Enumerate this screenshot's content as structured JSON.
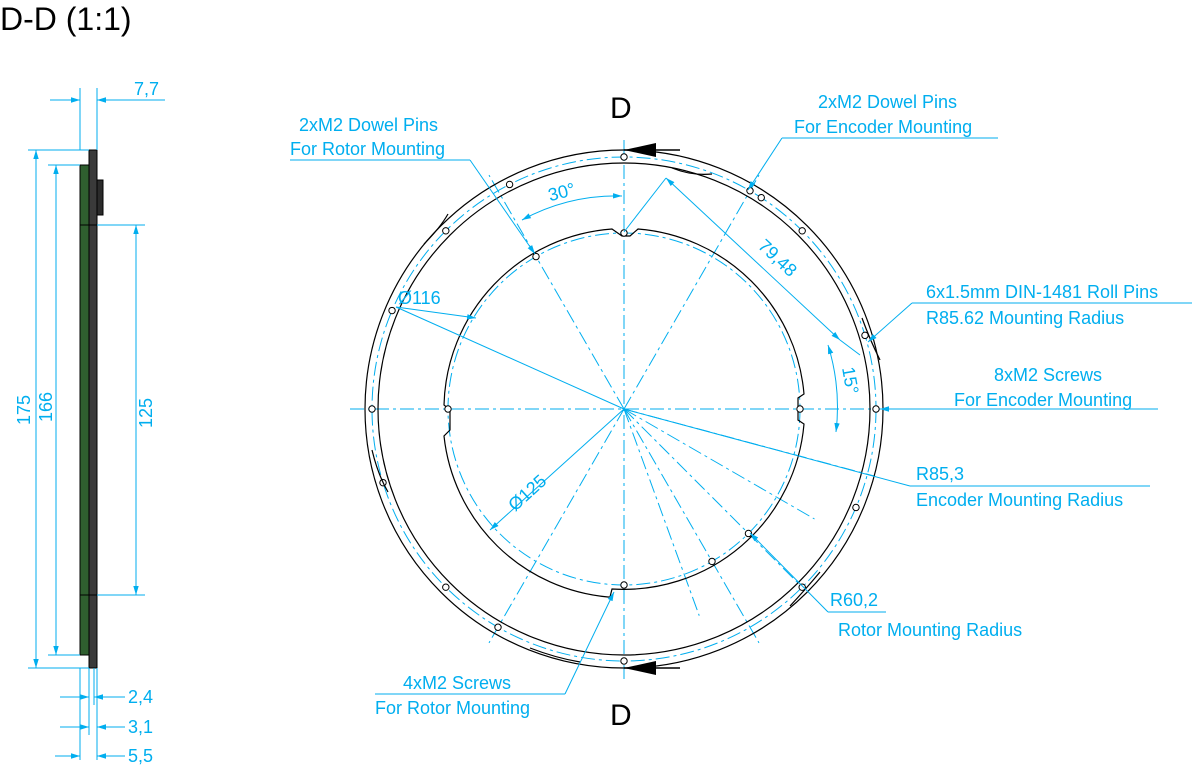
{
  "title": "D-D (1:1)",
  "section": {
    "top": "D",
    "bottom": "D"
  },
  "side_view": {
    "dims": {
      "thickness_total": "7,7",
      "outer_height": "175",
      "inner_height": "166",
      "bore_height": "125",
      "t1": "2,4",
      "t2": "3,1",
      "t3": "5,5"
    }
  },
  "front_view": {
    "dims": {
      "d116": "Ø116",
      "d125": "Ø125",
      "angle30": "30°",
      "angle15": "15°",
      "chord": "79,48"
    },
    "callouts": {
      "rotor_dowel_1": "2xM2 Dowel Pins",
      "rotor_dowel_2": "For Rotor Mounting",
      "enc_dowel_1": "2xM2 Dowel Pins",
      "enc_dowel_2": "For Encoder Mounting",
      "roll_1": "6x1.5mm DIN-1481 Roll Pins",
      "roll_2": "R85.62 Mounting Radius",
      "enc_screw_1": "8xM2 Screws",
      "enc_screw_2": "For Encoder Mounting",
      "r853_1": "R85,3",
      "r853_2": "Encoder Mounting Radius",
      "r602_1": "R60,2",
      "r602_2": "Rotor Mounting Radius",
      "rotor_screw_1": "4xM2 Screws",
      "rotor_screw_2": "For Rotor Mounting"
    }
  },
  "colors": {
    "dimension": "#00aeef",
    "outline": "#000000",
    "pcb_green": "#2f5f2f"
  }
}
